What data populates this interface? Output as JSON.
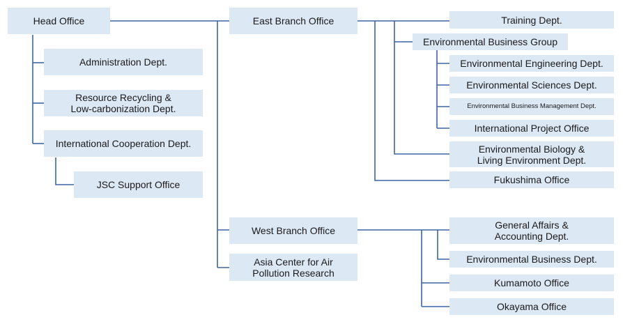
{
  "nodes": {
    "head_office": "Head Office",
    "administration": "Administration Dept.",
    "resource_recycling": "Resource Recycling &\nLow-carbonization Dept.",
    "international_cooperation": "International Cooperation Dept.",
    "jsc_support": "JSC Support Office",
    "east_branch": "East Branch Office",
    "west_branch": "West Branch Office",
    "asia_center": "Asia Center for Air\nPollution Research",
    "training": "Training Dept.",
    "env_business_group": "Environmental Business Group",
    "env_engineering": "Environmental Engineering Dept.",
    "env_sciences": "Environmental Sciences Dept.",
    "env_business_management": "Environmental Business Management Dept.",
    "international_project": "International Project Office",
    "env_biology": "Environmental Biology &\nLiving Environment Dept.",
    "fukushima": "Fukushima Office",
    "general_affairs": "General Affairs &\nAccounting Dept.",
    "env_business_dept": "Environmental Business Dept.",
    "kumamoto": "Kumamoto Office",
    "okayama": "Okayama Office"
  },
  "colors": {
    "box_fill": "#dde8f5",
    "connector": "#3b64a3"
  }
}
